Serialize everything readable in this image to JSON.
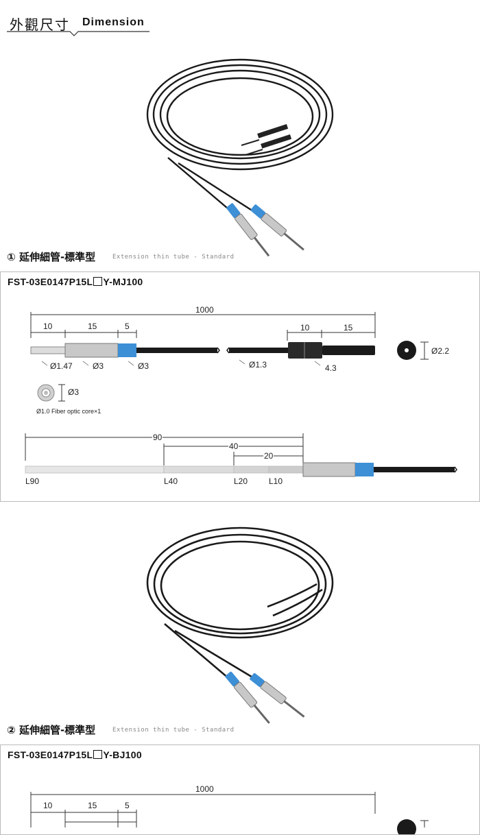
{
  "header": {
    "title_cn": "外觀尺寸",
    "title_en": "Dimension"
  },
  "sections": [
    {
      "number": "①",
      "title": "延伸細管-標準型",
      "subtitle": "Extension thin tube - Standard",
      "model": "FST-03E0147P15L",
      "model_suffix": "Y-MJ100",
      "dims": {
        "total": "1000",
        "seg1": "10",
        "seg2": "15",
        "seg3": "5",
        "right1": "10",
        "right2": "15",
        "d_tip": "Ø1.47",
        "d_body": "Ø3",
        "d_ring": "Ø3",
        "d_cable": "Ø1.3",
        "d_conn": "4.3",
        "d_end": "Ø2.2",
        "d_cross": "Ø3",
        "core_note": "Ø1.0 Fiber optic core×1"
      },
      "lengths": {
        "l90": "90",
        "l40": "40",
        "l20": "20",
        "label90": "L90",
        "label40": "L40",
        "label20": "L20",
        "label10": "L10"
      }
    },
    {
      "number": "②",
      "title": "延伸細管-標準型",
      "subtitle": "Extension thin tube - Standard",
      "model": "FST-03E0147P15L",
      "model_suffix": "Y-BJ100",
      "dims": {
        "total": "1000",
        "seg1": "10",
        "seg2": "15",
        "seg3": "5"
      }
    }
  ],
  "colors": {
    "accent_blue": "#3d8fd6",
    "cable": "#1a1a1a",
    "tube": "#c8c8c8"
  }
}
